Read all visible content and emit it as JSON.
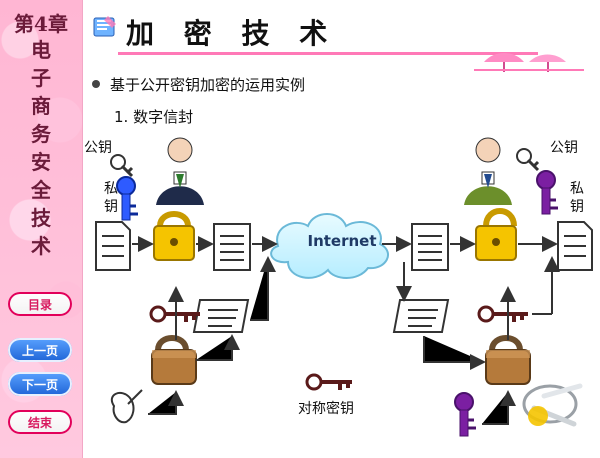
{
  "sidebar": {
    "chapter": "第4章",
    "vertical_text": [
      "电",
      "子",
      "商",
      "务",
      "安",
      "全",
      "技",
      "术"
    ],
    "buttons": {
      "toc": "目录",
      "prev": "上一页",
      "next": "下一页",
      "end": "结束"
    }
  },
  "main": {
    "title": "加 密 技 术",
    "bullet": "基于公开密钥加密的运用实例",
    "subheading": "1.  数字信封",
    "diagram": {
      "left_public_key": "公钥",
      "left_private_key_lines": [
        "私",
        "钥"
      ],
      "right_public_key": "公钥",
      "right_private_key_lines": [
        "私",
        "钥"
      ],
      "internet": "Internet",
      "symmetric_key": "对称密钥"
    }
  },
  "colors": {
    "accent_pink": "#ff79b7",
    "button_blue": "#1e63d6",
    "cloud_blue": "#bfefff",
    "lock_gold": "#f5c400"
  }
}
